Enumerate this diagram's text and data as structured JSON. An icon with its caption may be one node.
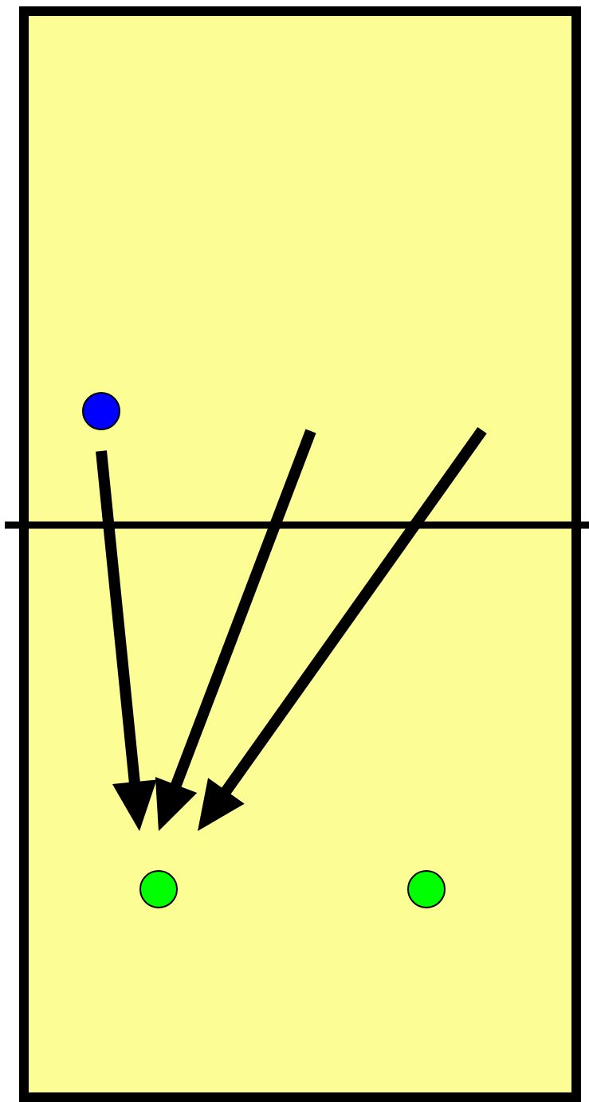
{
  "diagram": {
    "nodes": [
      {
        "text": [],
        "shape": "box"
      },
      {
        "text": [],
        "shape": "circle",
        "in": 0
      },
      {
        "text": [],
        "shape": "circle",
        "in": 0
      },
      {
        "text": [],
        "shape": "circle",
        "in": 0
      }
    ]
  }
}
